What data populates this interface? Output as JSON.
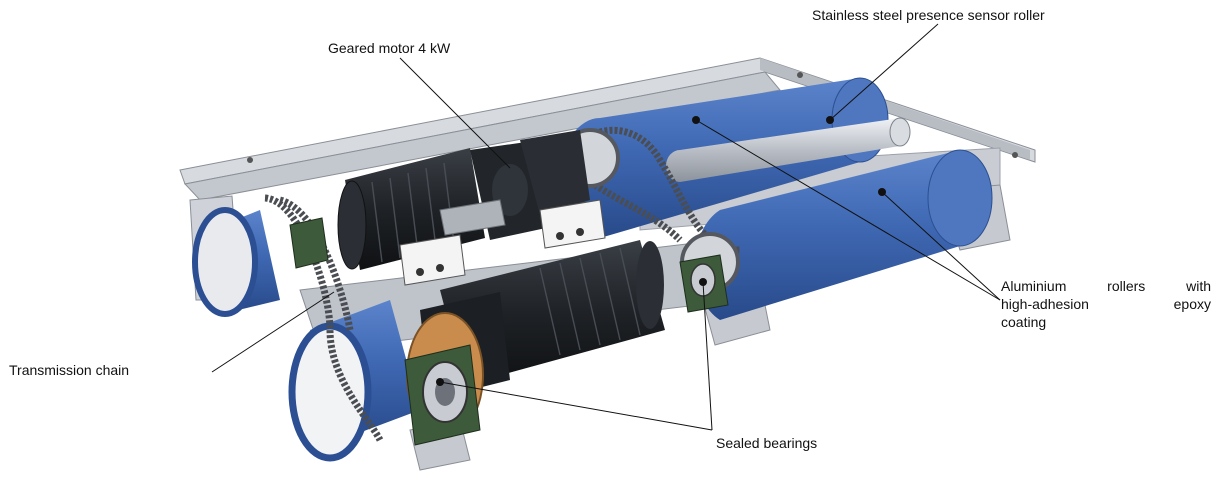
{
  "labels": {
    "sensor_roller": "Stainless steel presence sensor roller",
    "geared_motor": "Geared motor 4 kW",
    "transmission_chain": "Transmission chain",
    "sealed_bearings": "Sealed bearings",
    "rollers_line1": "Aluminium rollers with",
    "rollers_line2": "high-adhesion epoxy",
    "rollers_line3": "coating"
  },
  "colors": {
    "roller_blue": "#3f68b3",
    "roller_blue_dark": "#2b4f92",
    "frame_grey": "#c9ccd2",
    "motor_black": "#1f2226",
    "bearing_green": "#3d5a3a",
    "flange_orange": "#c98c4c"
  }
}
